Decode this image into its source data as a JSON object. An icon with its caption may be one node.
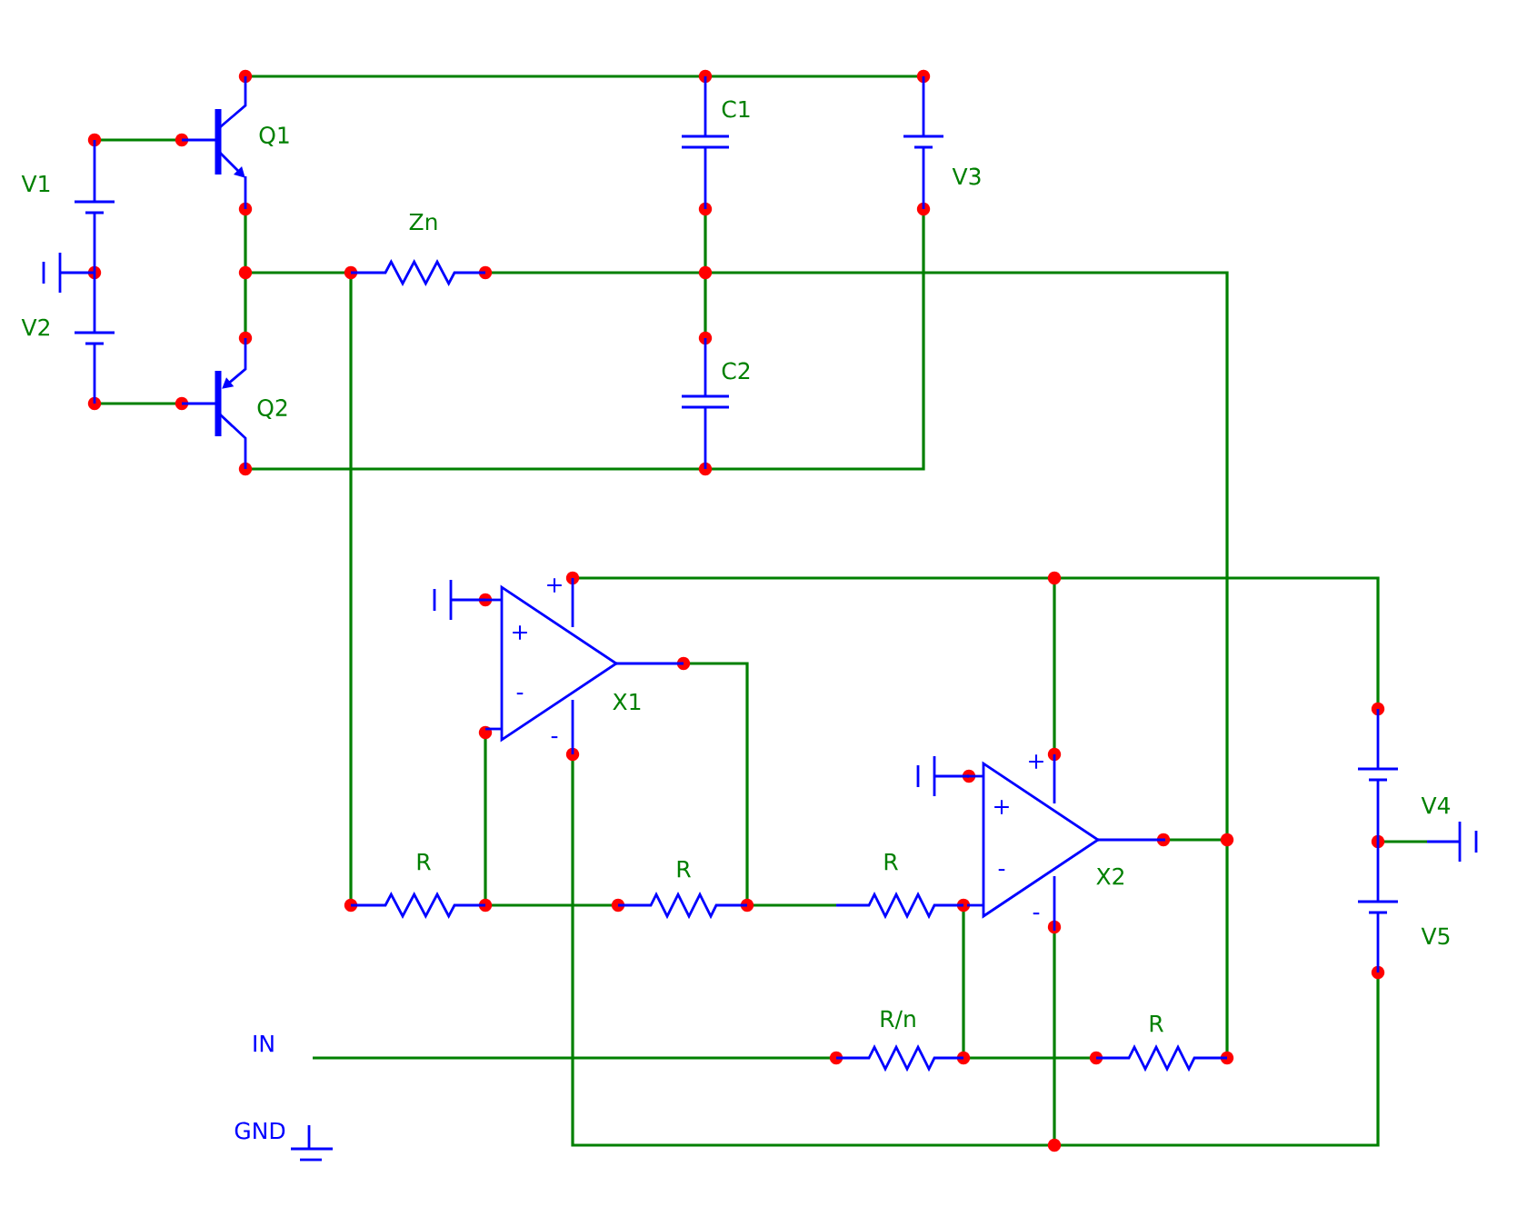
{
  "diagram": {
    "labels": [
      "V1",
      "Q1",
      "C1",
      "V3",
      "Zn",
      "V2",
      "C2",
      "Q2",
      "+",
      "+",
      "-",
      "X1",
      "-",
      "+",
      "V4",
      "+",
      "-",
      "X2",
      "R",
      "R",
      "R",
      "-",
      "V5",
      "R/n",
      "R",
      "IN",
      "GND"
    ]
  }
}
